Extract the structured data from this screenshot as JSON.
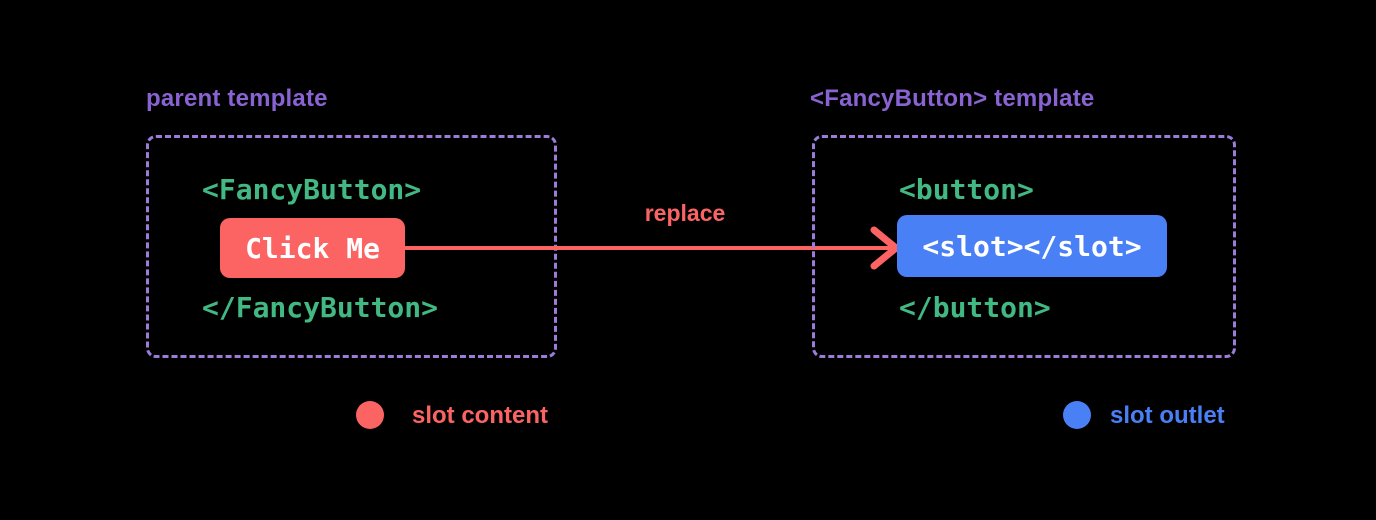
{
  "colors": {
    "bg": "#000000",
    "purple_text": "#8a63d2",
    "purple_border": "#9b7cd8",
    "green": "#42b883",
    "red": "#fc6464",
    "blue": "#4a80f5",
    "white": "#ffffff"
  },
  "parent_template": {
    "title": "parent template",
    "open_tag": "<FancyButton>",
    "slot_content": "Click Me",
    "close_tag": "</FancyButton>"
  },
  "arrow": {
    "label": "replace"
  },
  "fancy_button_template": {
    "title": "<FancyButton> template",
    "open_tag": "<button>",
    "slot_outlet": "<slot></slot>",
    "close_tag": "</button>"
  },
  "legend": {
    "slot_content_label": "slot content",
    "slot_outlet_label": "slot outlet"
  }
}
